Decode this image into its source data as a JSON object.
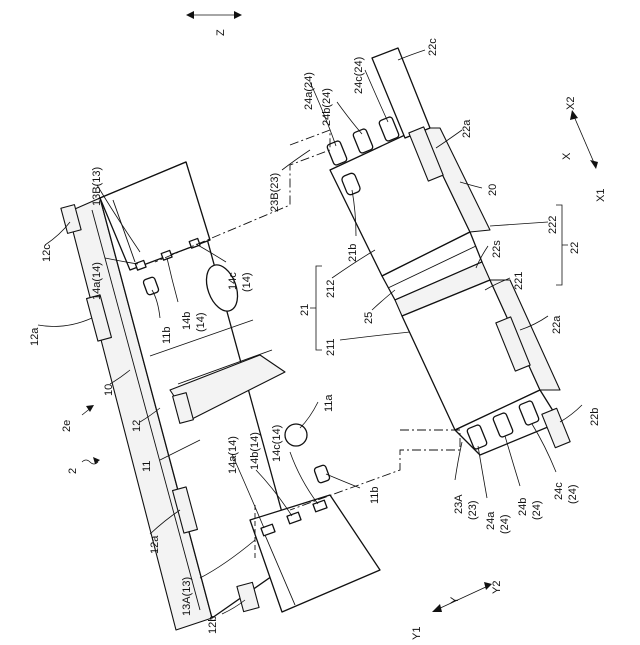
{
  "axes": {
    "z": "Z",
    "x": "X",
    "x1": "X1",
    "x2": "X2",
    "y": "Y",
    "y1": "Y1",
    "y2": "Y2"
  },
  "labels": {
    "l_2": "2",
    "l_2e": "2e",
    "l_10": "10",
    "l_11": "11",
    "l_12": "12",
    "l_12a_top": "12a",
    "l_12a_bottom": "12a",
    "l_12b": "12b",
    "l_12c": "12c",
    "l_13A": "13A(13)",
    "l_13B": "13B(13)",
    "l_14a_top": "14a(14)",
    "l_14a_mid": "14a(14)",
    "l_14b_top": "14b",
    "l_14b_top_paren": "(14)",
    "l_14b_mid": "14b(14)",
    "l_14c_top": "14c",
    "l_14c_top_paren": "(14)",
    "l_14c_mid": "14c(14)",
    "l_11a": "11a",
    "l_11b_top": "11b",
    "l_11b_bottom": "11b",
    "l_20": "20",
    "l_21": "21",
    "l_21b": "21b",
    "l_211": "211",
    "l_212": "212",
    "l_22": "22",
    "l_221": "221",
    "l_222": "222",
    "l_22a_top": "22a",
    "l_22a_bottom": "22a",
    "l_22b": "22b",
    "l_22c": "22c",
    "l_22s": "22s",
    "l_23A": "23A",
    "l_23A_paren": "(23)",
    "l_23B": "23B(23)",
    "l_24a_top": "24a(24)",
    "l_24b_top": "24b(24)",
    "l_24c_top": "24c(24)",
    "l_24a_bottom": "24a",
    "l_24a_bottom_paren": "(24)",
    "l_24b_bottom": "24b",
    "l_24b_bottom_paren": "(24)",
    "l_24c_bottom": "24c",
    "l_24c_bottom_paren": "(24)",
    "l_25": "25"
  }
}
